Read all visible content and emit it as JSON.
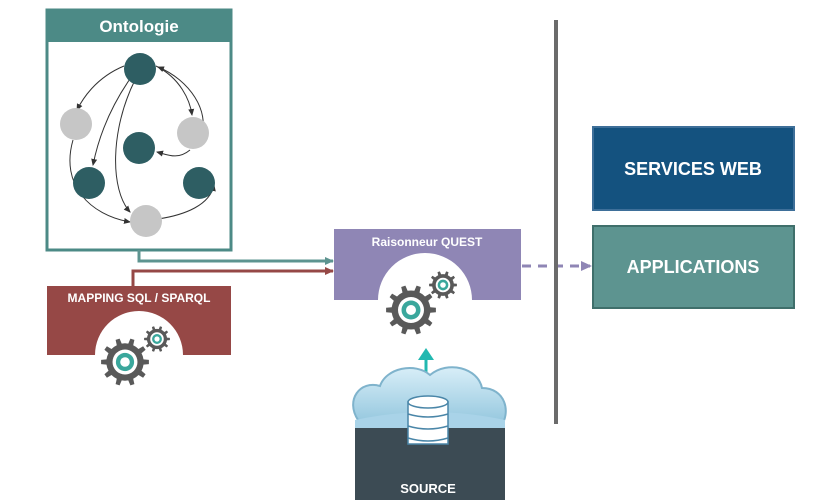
{
  "ontology": {
    "title": "Ontologie"
  },
  "mapping": {
    "label": "MAPPING SQL / SPARQL"
  },
  "reasoner": {
    "label": "Raisonneur QUEST"
  },
  "services": {
    "label": "SERVICES WEB"
  },
  "applications": {
    "label": "APPLICATIONS"
  },
  "source": {
    "label": "SOURCE"
  },
  "colors": {
    "teal_dark": "#2e5e63",
    "teal": "#4c8a86",
    "teal_light": "#5d9490",
    "node_grey": "#c6c6c6",
    "maroon": "#964846",
    "purple": "#8f86b5",
    "navy": "#14527f",
    "cloud": "#b7dced",
    "gear": "#595959",
    "gear_center": "#3aa79c",
    "arrow_source": "#22b8b0",
    "divider": "#6b6b6b"
  },
  "icons": [
    "gear-icon",
    "database-icon",
    "cloud-icon"
  ]
}
